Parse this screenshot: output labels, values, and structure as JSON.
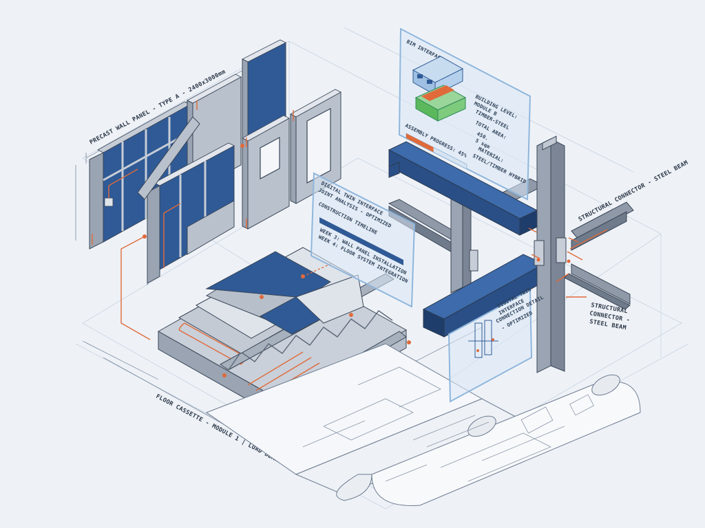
{
  "labels": {
    "wall_panel": "PRECAST WALL PANEL - TYPE A - 2400x3000mm",
    "steel_beam_top": "STRUCTURAL CONNECTOR - STEEL BEAM",
    "steel_beam_right_1": "STRUCTURAL",
    "steel_beam_right_2": "CONNECTOR -",
    "steel_beam_right_3": "STEEL BEAM",
    "floor_cassette": "FLOOR CASSETTE - MODULE 1 | LOAD BEARING"
  },
  "panel_top": {
    "header": "BIM INTERFACE",
    "assembly": "ASSEMBLY PROGRESS: 45%",
    "progress": 0.45,
    "building_1": "BUILDING LEVEL:",
    "building_2": "MODULE B",
    "stat_1": "TIMBER-STEEL",
    "total_area": "TOTAL AREA:",
    "area_val_1": "450.",
    "area_val_2": "5 sqm",
    "material": "MATERIAL:",
    "material_val": "STEEL/TIMBER HYBRID"
  },
  "panel_mid": {
    "line_1": "DIGITAL TWIN INTERFACE",
    "line_2": "JOINT ANALYSIS - OPTIMIZED",
    "timeline": "CONSTRUCTION TIMELINE",
    "week_3": "WEEK 3: WALL PANEL INSTALLATION",
    "week_4": "WEEK 4: FLOOR SYSTEM INTEGRATION"
  },
  "panel_small": {
    "line_1": "DIGITAL TWIN",
    "line_2": "INTERFACE",
    "line_3": "CONNECTION DETAIL",
    "line_4": "- OPTIMIZED"
  },
  "colors": {
    "accent_blue": "#2f5a96",
    "orange": "#e06a3a",
    "concrete": "#b9c1cc",
    "steel": "#8f99a8",
    "background": "#eef2f7"
  }
}
